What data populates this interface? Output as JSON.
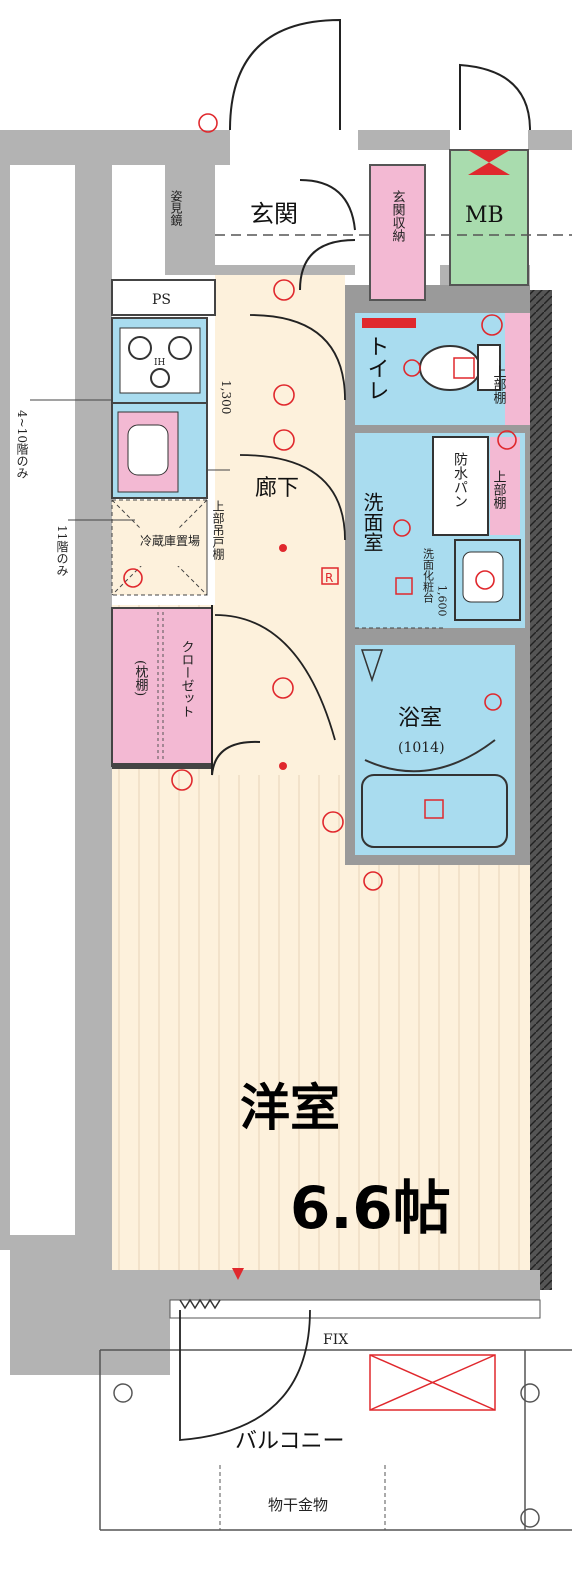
{
  "rooms": {
    "genkan": "玄関",
    "genkan_storage": "玄関収納",
    "mb": "MB",
    "ps": "PS",
    "toilet": "トイレ",
    "corridor": "廊下",
    "washroom": "洗面室",
    "bathroom": "浴室",
    "bathroom_size": "(1014)",
    "western_room": "洋室",
    "western_size": "6.6帖",
    "balcony": "バルコニー",
    "closet": "クローゼット",
    "shelf": "(枕棚)",
    "fridge": "冷蔵庫置場",
    "waterproof_pan": "防水パン",
    "vanity": "洗面化粧台",
    "mirror": "姿見鏡"
  },
  "annotations": {
    "upper_cabinet_1": "上部棚",
    "upper_cabinet_2": "上部棚",
    "upper_hanging": "上部吊戸棚",
    "floors_4_10": "4~10階のみ",
    "floor_11": "11階のみ",
    "ih": "IH",
    "fix": "FIX",
    "laundry": "物干金物",
    "dim_1": "1,300",
    "dim_2": "1,600",
    "rc": "R"
  },
  "colors": {
    "floor": "#fdf1dc",
    "wet": "#a9dcef",
    "pink": "#f3b9d3",
    "green": "#a9dcae",
    "wall": "#b3b3b3",
    "red": "#e0282d"
  }
}
